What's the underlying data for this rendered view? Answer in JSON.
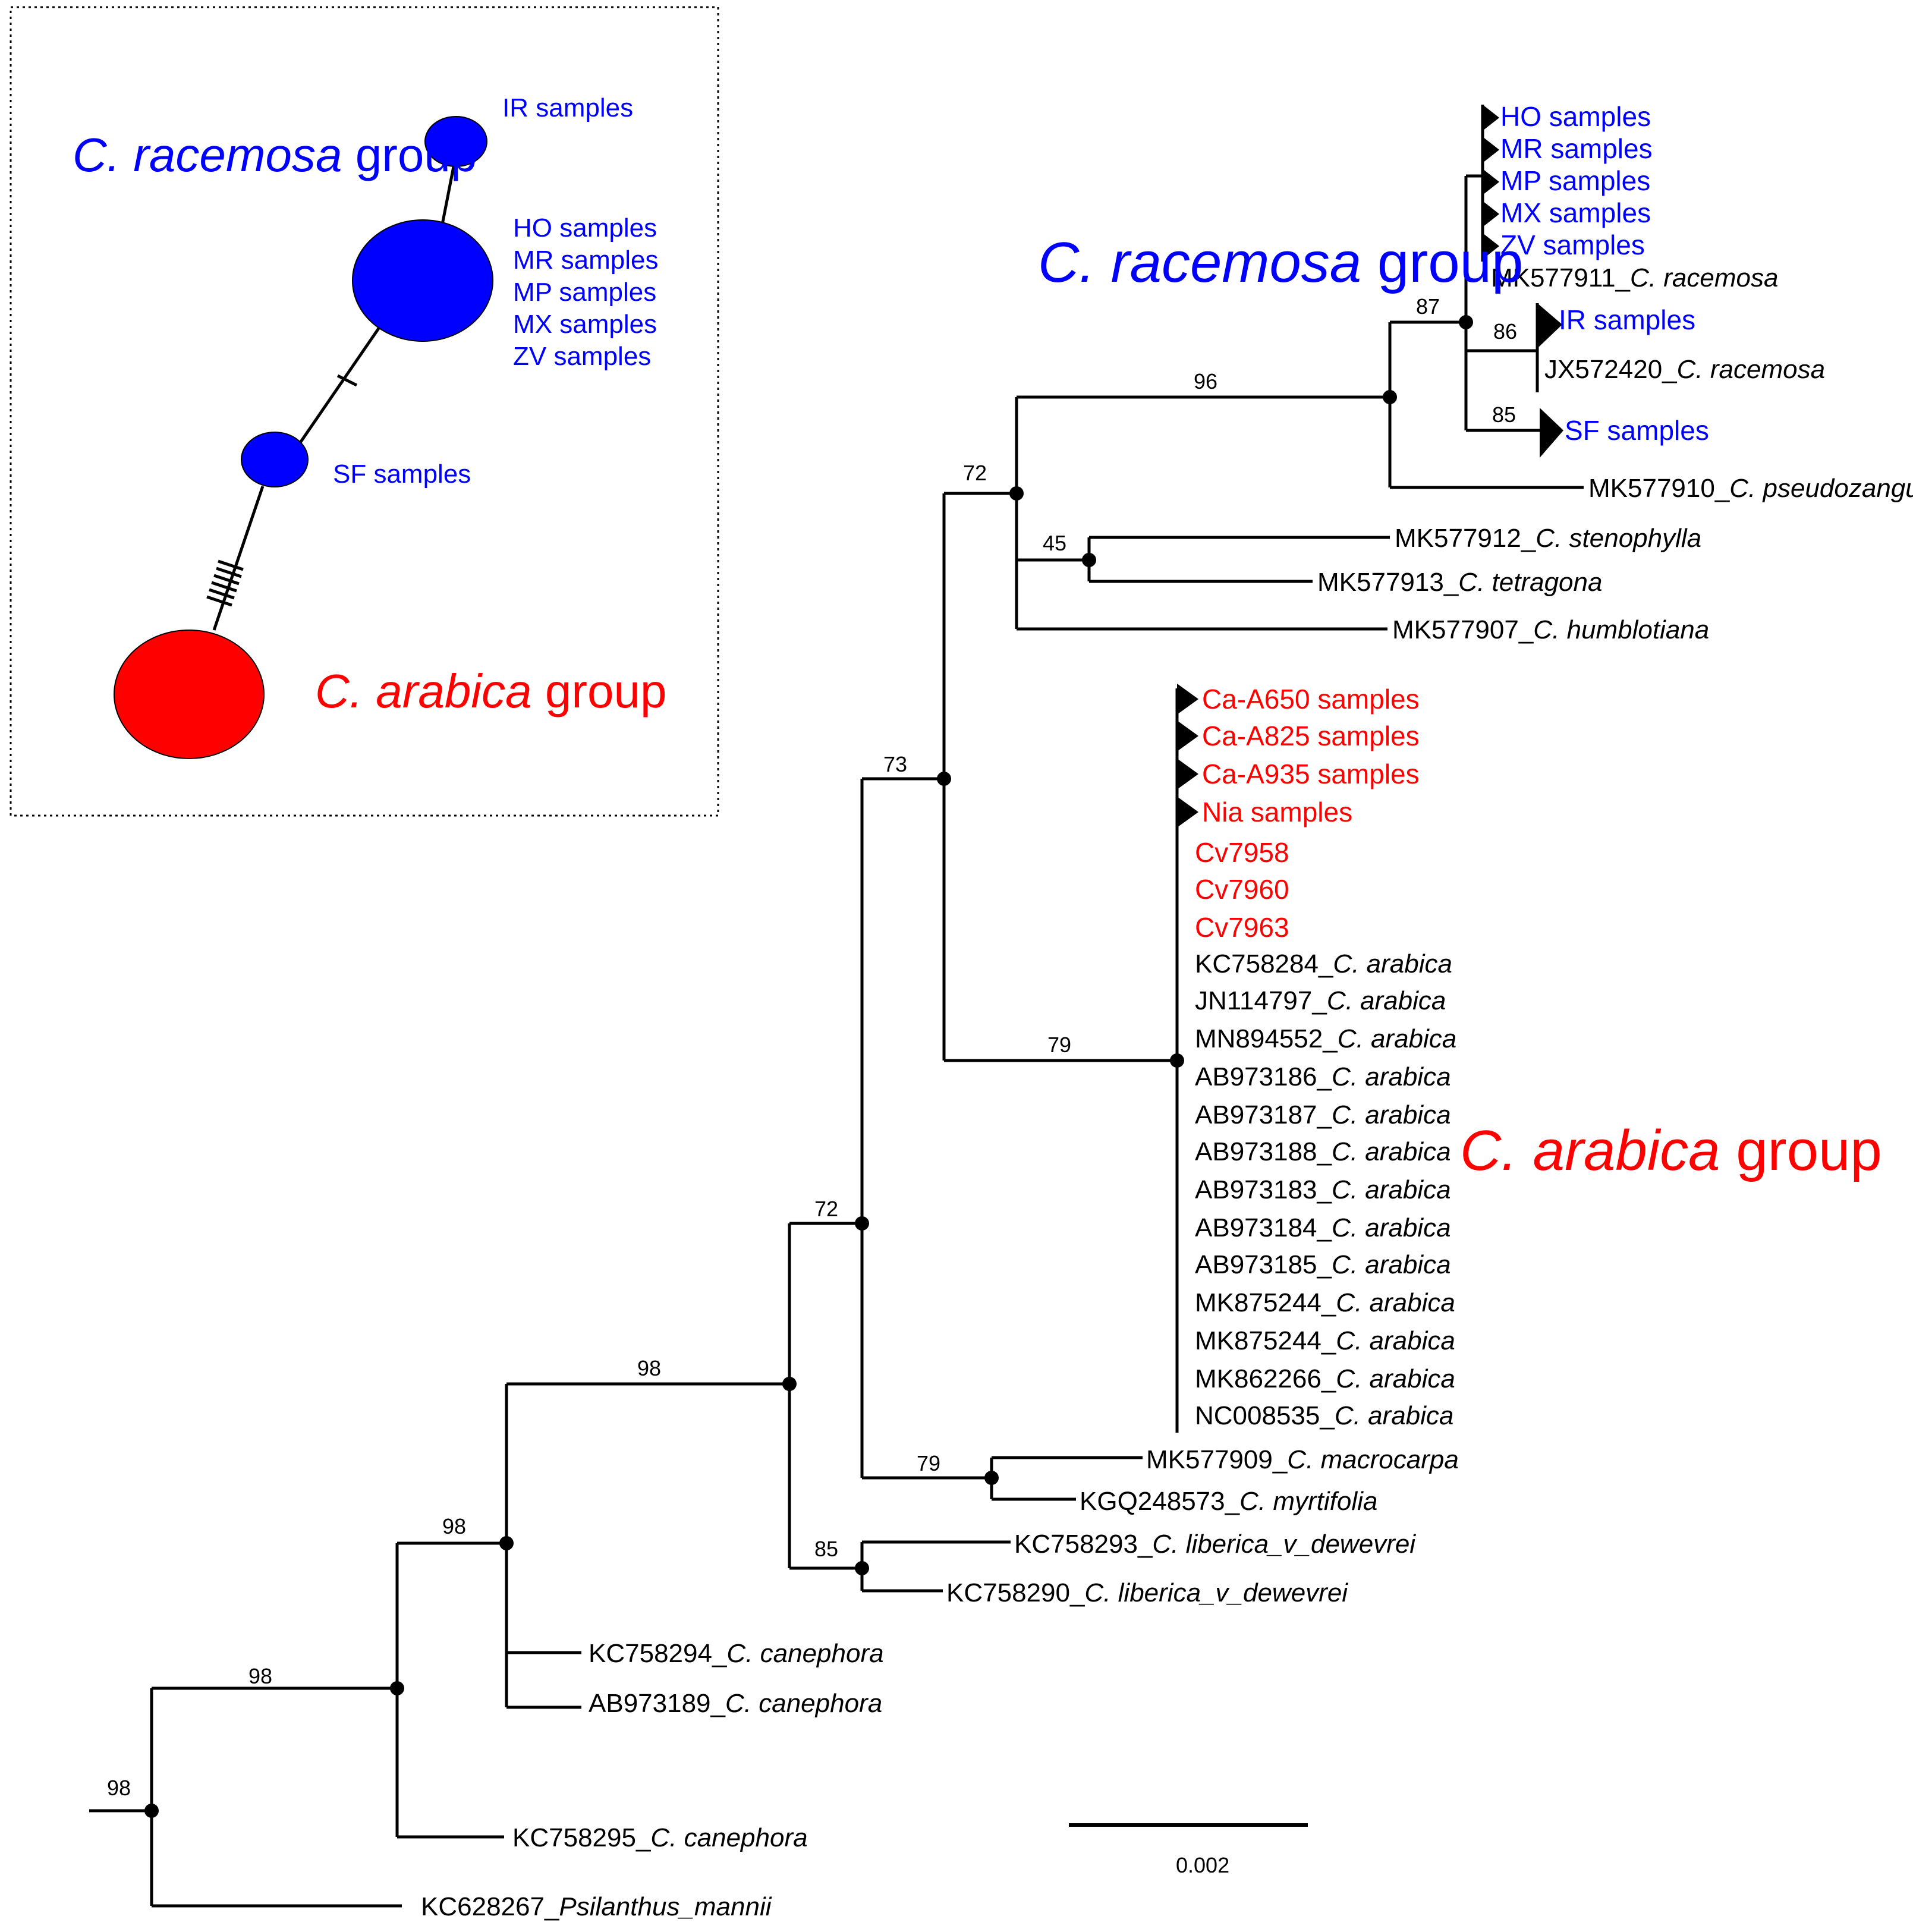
{
  "inset": {
    "group_blue": {
      "name_italic": "C. racemosa",
      "suffix": " group",
      "color": "#0000ff"
    },
    "group_red": {
      "name_italic": "C. arabica",
      "suffix": " group",
      "color": "#ff0000"
    },
    "node_labels": {
      "ir": "IR samples",
      "main": [
        "HO samples",
        "MR samples",
        "MP samples",
        "MX samples",
        "ZV samples"
      ],
      "sf": "SF samples"
    }
  },
  "tree": {
    "group_blue": {
      "name_italic": "C. racemosa",
      "suffix": " group",
      "color": "#0000ff"
    },
    "group_red": {
      "name_italic": "C. arabica",
      "suffix": " group",
      "color": "#ff0000"
    },
    "bootstrap": {
      "root": "98",
      "n2": "98",
      "n3": "98",
      "n4": "98",
      "n5": "72",
      "n6": "73",
      "n7": "72",
      "n8": "96",
      "n9": "87",
      "n10": "86",
      "n11": "85",
      "n12": "45",
      "n13": "79",
      "n14": "79",
      "n15": "85"
    },
    "racemosa_collapsed": [
      "HO samples",
      "MR samples",
      "MP samples",
      "MX samples",
      "ZV samples"
    ],
    "leaves": {
      "mk577911": {
        "acc": "MK577911_",
        "sp": "C. racemosa"
      },
      "ir": "IR samples",
      "jx572420": {
        "acc": "JX572420_",
        "sp": "C. racemosa"
      },
      "sf": "SF samples",
      "mk577910": {
        "acc": "MK577910_",
        "sp": "C. pseudozanguebariae"
      },
      "mk577912": {
        "acc": "MK577912_",
        "sp": "C. stenophylla"
      },
      "mk577913": {
        "acc": "MK577913_",
        "sp": "C. tetragona"
      },
      "mk577907": {
        "acc": "MK577907_",
        "sp": "C. humblotiana"
      },
      "mk577909": {
        "acc": "MK577909_",
        "sp": "C. macrocarpa"
      },
      "kgq248573": {
        "acc": "KGQ248573_",
        "sp": "C. myrtifolia"
      },
      "kc758293": {
        "acc": "KC758293_",
        "sp": "C. liberica_v_dewevrei"
      },
      "kc758290": {
        "acc": "KC758290_",
        "sp": "C. liberica_v_dewevrei"
      },
      "kc758294": {
        "acc": "KC758294_",
        "sp": "C. canephora"
      },
      "ab973189": {
        "acc": "AB973189_",
        "sp": "C. canephora"
      },
      "kc758295": {
        "acc": "KC758295_",
        "sp": "C. canephora"
      },
      "kc628267": {
        "acc": "KC628267_",
        "sp": "Psilanthus_mannii"
      }
    },
    "arabica_collapsed": [
      "Ca-A650 samples",
      "Ca-A825 samples",
      "Ca-A935 samples",
      "Nia samples"
    ],
    "arabica_red": [
      "Cv7958",
      "Cv7960",
      "Cv7963"
    ],
    "arabica_black": [
      {
        "acc": "KC758284_",
        "sp": "C. arabica"
      },
      {
        "acc": "JN114797_",
        "sp": "C. arabica"
      },
      {
        "acc": "MN894552_",
        "sp": "C. arabica"
      },
      {
        "acc": "AB973186_",
        "sp": "C. arabica"
      },
      {
        "acc": "AB973187_",
        "sp": "C. arabica"
      },
      {
        "acc": "AB973188_",
        "sp": "C. arabica"
      },
      {
        "acc": "AB973183_",
        "sp": "C. arabica"
      },
      {
        "acc": "AB973184_",
        "sp": "C. arabica"
      },
      {
        "acc": "AB973185_",
        "sp": "C. arabica"
      },
      {
        "acc": "MK875244_",
        "sp": "C. arabica"
      },
      {
        "acc": "MK875244_",
        "sp": "C. arabica"
      },
      {
        "acc": "MK862266_",
        "sp": "C. arabica"
      },
      {
        "acc": "NC008535_",
        "sp": "C. arabica"
      }
    ],
    "scale_bar": "0.002"
  }
}
